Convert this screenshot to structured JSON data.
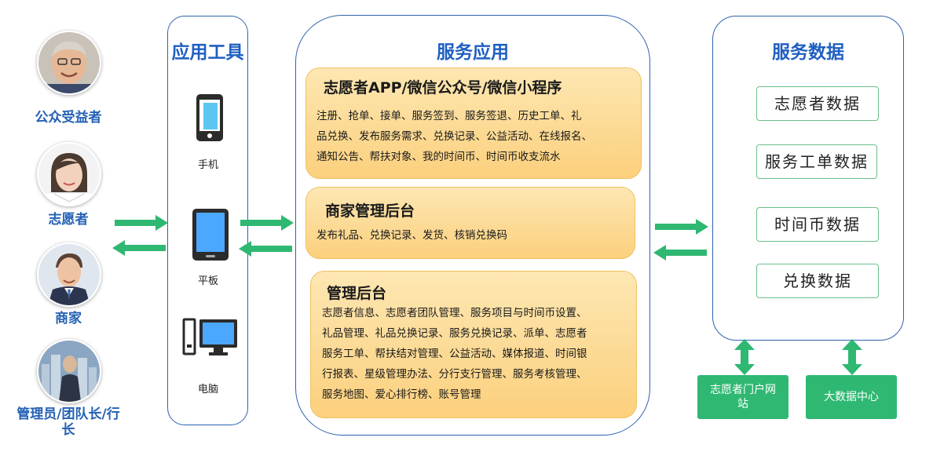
{
  "users": [
    {
      "label": "公众受益者"
    },
    {
      "label": "志愿者"
    },
    {
      "label": "商家"
    },
    {
      "label": "管理员/团队长/行长"
    }
  ],
  "tools": {
    "title": "应用工具",
    "items": [
      {
        "label": "手机",
        "icon": "phone-icon"
      },
      {
        "label": "平板",
        "icon": "tablet-icon"
      },
      {
        "label": "电脑",
        "icon": "computer-icon"
      }
    ]
  },
  "services": {
    "title": "服务应用",
    "panels": [
      {
        "title": "志愿者APP/微信公众号/微信小程序",
        "lines": [
          "注册、抢单、接单、服务签到、服务签退、历史工单、礼",
          "品兑换、发布服务需求、兑换记录、公益活动、在线报名、",
          "通知公告、帮扶对象、我的时间币、时间币收支流水"
        ]
      },
      {
        "title": "商家管理后台",
        "lines": [
          "发布礼品、兑换记录、发货、核销兑换码"
        ]
      },
      {
        "title": "管理后台",
        "lines": [
          "志愿者信息、志愿者团队管理、服务项目与时间币设置、",
          "礼品管理、礼品兑换记录、服务兑换记录、派单、志愿者",
          "服务工单、帮扶结对管理、公益活动、媒体报道、时间银",
          "行报表、星级管理办法、分行支行管理、服务考核管理、",
          "服务地图、爱心排行榜、账号管理"
        ]
      }
    ]
  },
  "data_col": {
    "title": "服务数据",
    "items": [
      {
        "label": "志愿者数据"
      },
      {
        "label": "服务工单数据"
      },
      {
        "label": "时间币数据"
      },
      {
        "label": "兑换数据"
      }
    ]
  },
  "bottom": [
    {
      "label": "志愿者门户网站"
    },
    {
      "label": "大数据中心"
    }
  ],
  "colors": {
    "accent_blue": "#1f5fc0",
    "arrow_green": "#2fb872",
    "panel_orange": "#fcd07d"
  }
}
